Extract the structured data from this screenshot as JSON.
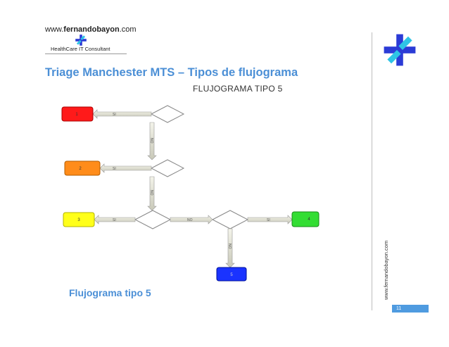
{
  "header": {
    "url_prefix": "www.",
    "url_bold": "fernandobayon",
    "url_suffix": ".com",
    "tagline": "HealthCare IT Consultant"
  },
  "slide": {
    "title": "Triage Manchester MTS – Tipos de flujograma",
    "caption": "Flujograma tipo 5",
    "page_number": "11",
    "vertical_url": "www.fernandobayon.com"
  },
  "flowchart": {
    "title": "FLUJOGRAMA TIPO 5",
    "boxes": [
      {
        "label": "1",
        "color": "#ff1a1a"
      },
      {
        "label": "2",
        "color": "#ff8c1a"
      },
      {
        "label": "3",
        "color": "#ffff1a"
      },
      {
        "label": "4",
        "color": "#33dd33"
      },
      {
        "label": "5",
        "color": "#1a33ff"
      }
    ],
    "yes_label": "SI",
    "no_label": "NO"
  },
  "colors": {
    "accent": "#4b8fd6",
    "logo_blue": "#2b3bd6",
    "logo_cyan": "#2ec4e6"
  },
  "icons": [
    "fernandobayon-logo-icon"
  ]
}
